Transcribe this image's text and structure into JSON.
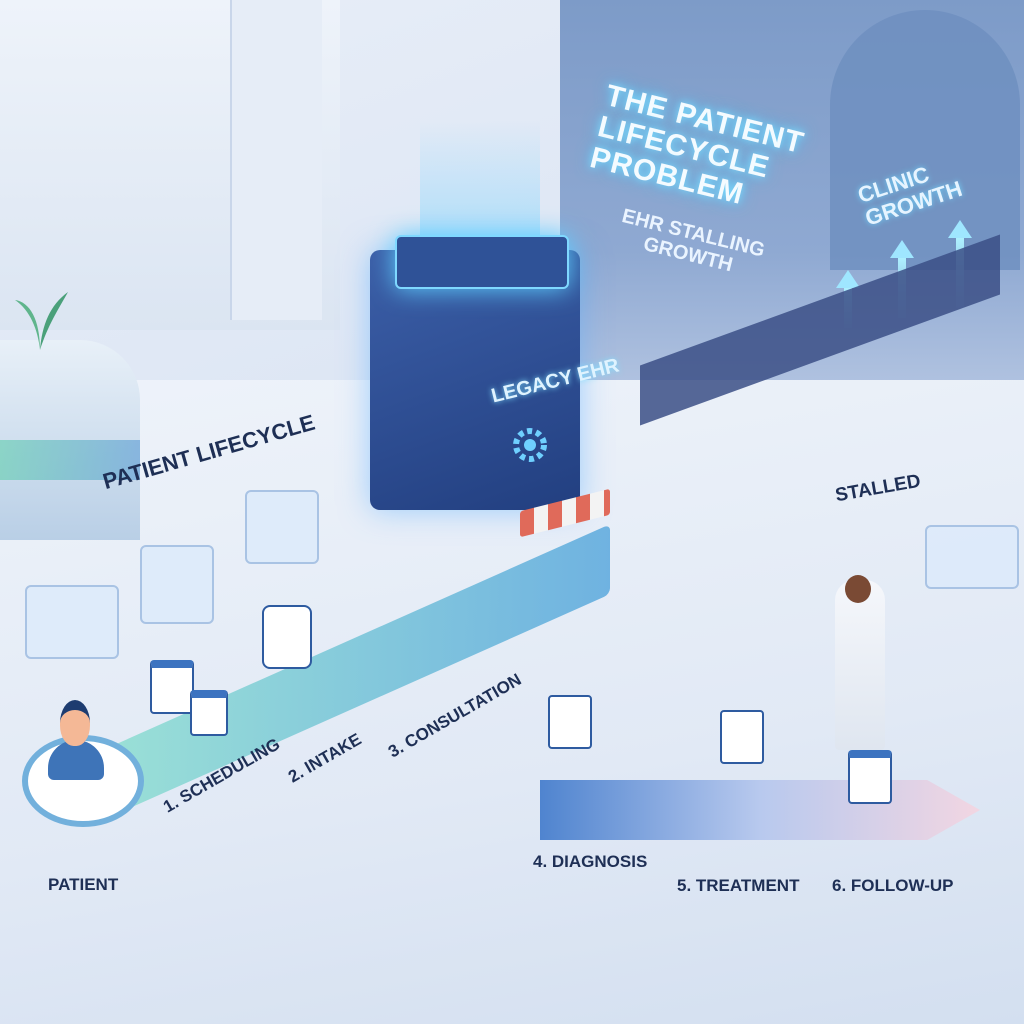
{
  "title": {
    "main": "THE PATIENT LIFECYCLE PROBLEM",
    "main_lines": [
      "THE PATIENT",
      "LIFECYCLE",
      "PROBLEM"
    ],
    "subtitle_lines": [
      "EHR STALLING",
      "GROWTH"
    ]
  },
  "growth": {
    "label_lines": [
      "CLINIC",
      "GROWTH"
    ]
  },
  "system": {
    "label": "LEGACY EHR"
  },
  "lifecycle": {
    "label": "PATIENT LIFECYCLE",
    "status": "STALLED",
    "start": "PATIENT",
    "steps": [
      {
        "label": "1. SCHEDULING",
        "icon": "calendar-icon"
      },
      {
        "label": "2. INTAKE",
        "icon": "tablet-icon"
      },
      {
        "label": "3. CONSULTATION",
        "icon": "doctor-patient-icon"
      },
      {
        "label": "4. DIAGNOSIS",
        "icon": "medical-document-icon"
      },
      {
        "label": "5. TREATMENT",
        "icon": "clipboard-medicine-icon"
      },
      {
        "label": "6. FOLLOW-UP",
        "icon": "calendar-clock-icon"
      }
    ]
  },
  "colors": {
    "title_glow": "#7fe2ff",
    "label_text": "#1e2f55",
    "ehr_box": "#2d4f95",
    "track_start": "#8fe0d0",
    "track_end": "#5aa8dd",
    "barrier_red": "#e06a5a"
  }
}
